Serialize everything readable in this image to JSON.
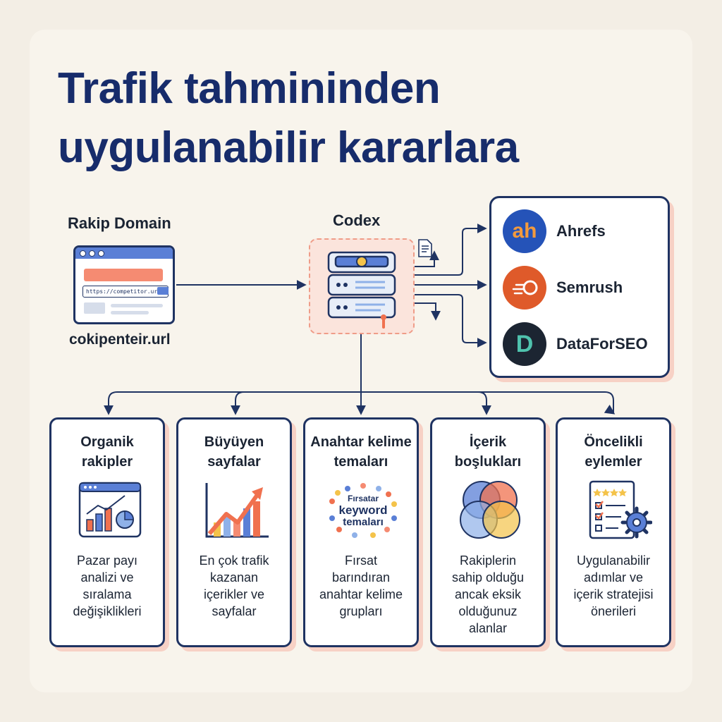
{
  "title": {
    "line1": "Trafik tahmininden",
    "line2": "uygulanabilir kararlara"
  },
  "source": {
    "heading": "Rakip Domain",
    "url_bar": "https://competitor.url",
    "label": "cokipenteir.url"
  },
  "engine": {
    "heading": "Codex"
  },
  "tools": [
    {
      "logo_text": "ah",
      "name": "Ahrefs",
      "color": "#2553b8"
    },
    {
      "logo_text": "",
      "name": "Semrush",
      "color": "#df5a2a"
    },
    {
      "logo_text": "D",
      "name": "DataForSEO",
      "color": "#1c2532"
    }
  ],
  "outputs": [
    {
      "title_lines": [
        "Organik",
        "rakipler"
      ],
      "desc_lines": [
        "Pazar payı",
        "analizi ve",
        "sıralama",
        "değişiklikleri"
      ],
      "icon": "bar-chart-icon"
    },
    {
      "title_lines": [
        "Büyüyen",
        "sayfalar"
      ],
      "desc_lines": [
        "En çok trafik",
        "kazanan",
        "içerikler ve",
        "sayfalar"
      ],
      "icon": "growth-chart-icon"
    },
    {
      "title_lines": [
        "Anahtar kelime",
        "temaları"
      ],
      "desc_lines": [
        "Fırsat",
        "barındıran",
        "anahtar kelime",
        "grupları"
      ],
      "icon": "keyword-cloud-icon",
      "badge": {
        "line1": "Fırsatar",
        "line2": "keyword",
        "line3": "temaları"
      }
    },
    {
      "title_lines": [
        "İçerik",
        "boşlukları"
      ],
      "desc_lines": [
        "Rakiplerin",
        "sahip olduğu",
        "ancak eksik",
        "olduğunuz",
        "alanlar"
      ],
      "icon": "venn-diagram-icon"
    },
    {
      "title_lines": [
        "Öncelikli",
        "eylemler"
      ],
      "desc_lines": [
        "Uygulanabilir",
        "adımlar ve",
        "içerik stratejisi",
        "önerileri"
      ],
      "icon": "checklist-gear-icon"
    }
  ],
  "colors": {
    "navy": "#1f3362",
    "title": "#172c6b",
    "accent_orange": "#f0714f",
    "accent_blue": "#5a7fd6",
    "shadow": "#f7d1c5"
  }
}
